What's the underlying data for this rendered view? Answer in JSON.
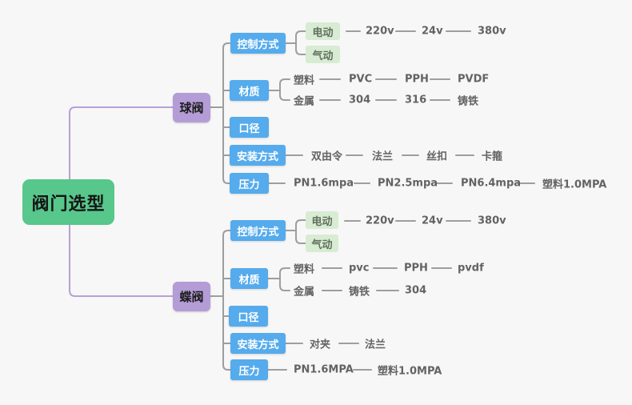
{
  "root": {
    "label": "阀门选型"
  },
  "colors": {
    "background": "#f7f7f7",
    "root_green": "#57c78b",
    "branch_purple": "#b49cd6",
    "category_blue": "#55abec",
    "sub_green_bg": "#d7ecd2",
    "leaf_text": "#636363",
    "line_gray": "#9e9e9e",
    "line_purple": "#b7a0d8"
  },
  "branches": [
    {
      "label": "球阀",
      "categories": [
        {
          "label": "控制方式",
          "children": [
            {
              "label": "电动",
              "chain": [
                "220v",
                "24v",
                "380v"
              ]
            },
            {
              "label": "气动",
              "chain": []
            }
          ]
        },
        {
          "label": "材质",
          "children": [
            {
              "label": "塑料",
              "chain": [
                "PVC",
                "PPH",
                "PVDF"
              ]
            },
            {
              "label": "金属",
              "chain": [
                "304",
                "316",
                "铸铁"
              ]
            }
          ]
        },
        {
          "label": "口径"
        },
        {
          "label": "安装方式",
          "chain": [
            "双由令",
            "法兰",
            "丝扣",
            "卡箍"
          ]
        },
        {
          "label": "压力",
          "chain": [
            "PN1.6mpa",
            "PN2.5mpa",
            "PN6.4mpa",
            "塑料1.0MPA"
          ]
        }
      ]
    },
    {
      "label": "蝶阀",
      "categories": [
        {
          "label": "控制方式",
          "children": [
            {
              "label": "电动",
              "chain": [
                "220v",
                "24v",
                "380v"
              ]
            },
            {
              "label": "气动",
              "chain": []
            }
          ]
        },
        {
          "label": "材质",
          "children": [
            {
              "label": "塑料",
              "chain": [
                "pvc",
                "PPH",
                "pvdf"
              ]
            },
            {
              "label": "金属",
              "chain": [
                "铸铁",
                "304"
              ]
            }
          ]
        },
        {
          "label": "口径"
        },
        {
          "label": "安装方式",
          "chain": [
            "对夹",
            "法兰"
          ]
        },
        {
          "label": "压力",
          "chain": [
            "PN1.6MPA",
            "塑料1.0MPA"
          ]
        }
      ]
    }
  ]
}
